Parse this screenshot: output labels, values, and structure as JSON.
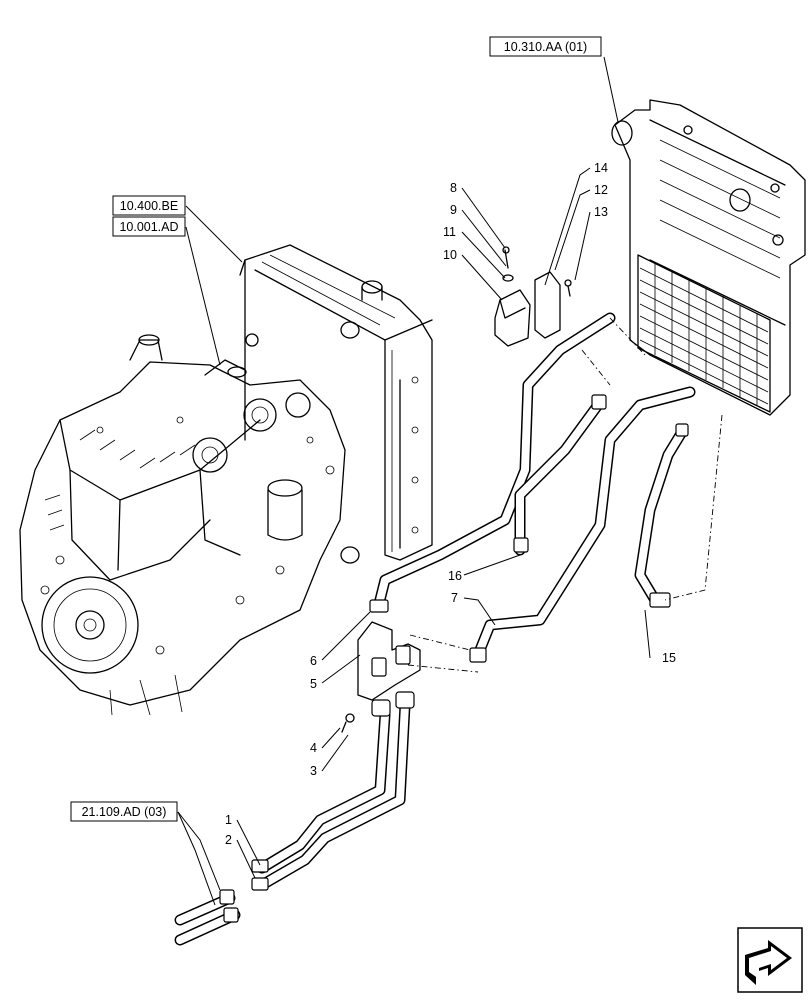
{
  "references": {
    "radiator_ref": "10.310.AA (01)",
    "engine_ref_1": "10.400.BE",
    "engine_ref_2": "10.001.AD",
    "pipe_ref": "21.109.AD (03)"
  },
  "callouts": {
    "c1": "1",
    "c2": "2",
    "c3": "3",
    "c4": "4",
    "c5": "5",
    "c6": "6",
    "c7": "7",
    "c8": "8",
    "c9": "9",
    "c10": "10",
    "c11": "11",
    "c12": "12",
    "c13": "13",
    "c14": "14",
    "c15": "15",
    "c16": "16"
  },
  "icons": {
    "corner": "next-page-arrow-icon"
  }
}
